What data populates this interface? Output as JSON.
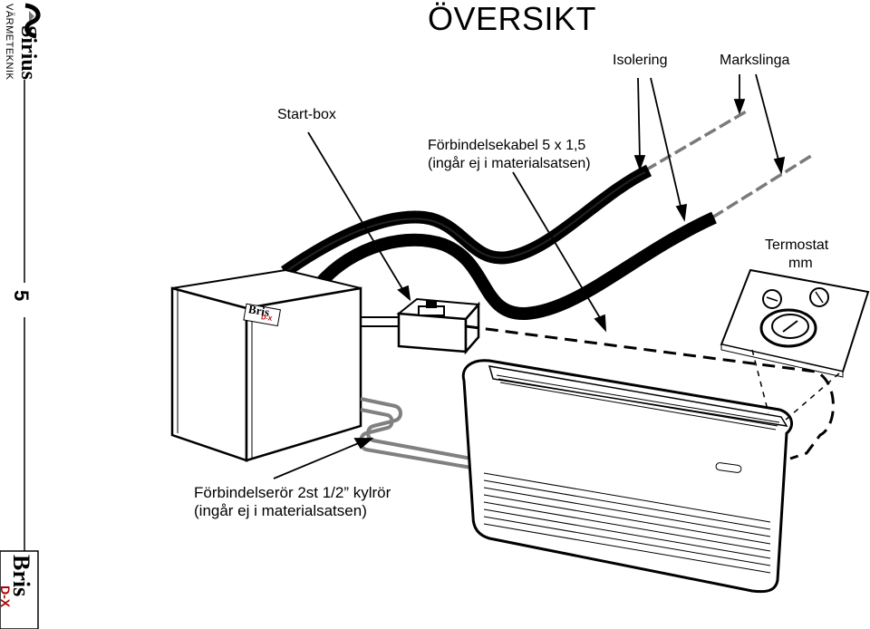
{
  "title": "ÖVERSIKT",
  "page_number": "5",
  "brand": {
    "company_name": "Sirius",
    "company_tagline": "VÄRMETEKNIK",
    "product_name": "Bris",
    "product_variant": "D-X"
  },
  "labels": {
    "isolering": "Isolering",
    "markslinga": "Markslinga",
    "start_box": "Start-box",
    "cable_line1": "Förbindelsekabel 5 x 1,5",
    "cable_line2": "(ingår ej i materialsatsen)",
    "termostat_line1": "Termostat",
    "termostat_line2": "mm",
    "pipes_line1": "Förbindelserör  2st 1/2” kylrör",
    "pipes_line2": "(ingår ej i materialsatsen)"
  },
  "colors": {
    "line": "#000000",
    "pipe_grey": "#808080",
    "background": "#ffffff"
  }
}
